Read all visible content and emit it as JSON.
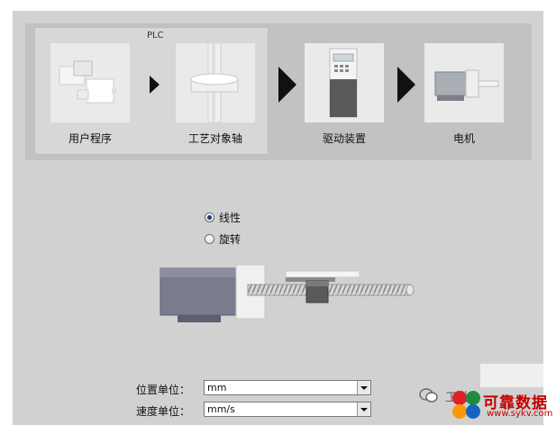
{
  "workflow": {
    "group_label": "PLC",
    "steps": [
      {
        "label": "用户程序"
      },
      {
        "label": "工艺对象轴"
      },
      {
        "label": "驱动装置"
      },
      {
        "label": "电机"
      }
    ]
  },
  "motion_type": {
    "options": [
      {
        "label": "线性",
        "selected": true
      },
      {
        "label": "旋转",
        "selected": false
      }
    ]
  },
  "units": {
    "position_label": "位置单位：",
    "position_value": "mm",
    "velocity_label": "速度单位：",
    "velocity_value": "mm/s"
  },
  "watermark": {
    "text1": "工业",
    "text2": "可靠数据",
    "url": "www.sykv.com"
  },
  "colors": {
    "panel_bg": "#d1d1d1",
    "workflow_bg": "#c2c2c2",
    "radio_dot": "#1d3c7a"
  }
}
